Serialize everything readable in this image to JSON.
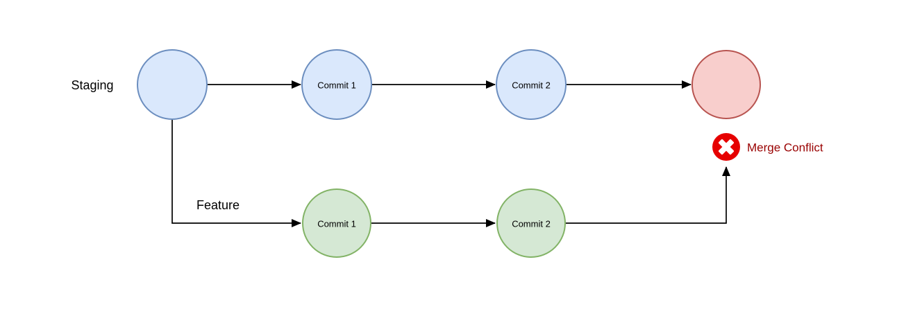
{
  "diagram": {
    "type": "git-branch-flow",
    "background": "#ffffff",
    "edge_color": "#000000",
    "branches": {
      "staging": {
        "label": "Staging",
        "commits": [
          "Commit 1",
          "Commit 2"
        ],
        "node_fill": "#dae8fc",
        "node_stroke": "#6c8ebf"
      },
      "feature": {
        "label": "Feature",
        "commits": [
          "Commit 1",
          "Commit 2"
        ],
        "node_fill": "#d5e8d4",
        "node_stroke": "#82b366"
      }
    },
    "merge_node": {
      "label": "",
      "fill": "#f8cecc",
      "stroke": "#b85450"
    },
    "conflict": {
      "label": "Merge Conflict",
      "label_color": "#990000",
      "icon": "error-x-icon",
      "icon_color": "#e60000",
      "icon_glyph_color": "#ffffff"
    }
  }
}
